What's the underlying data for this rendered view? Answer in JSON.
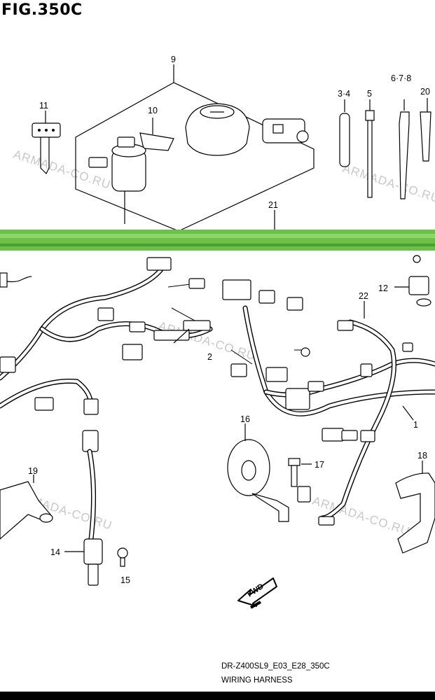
{
  "figure_title": "FIG.350C",
  "watermark": "ARMADA-CO.RU",
  "callouts": [
    {
      "id": "9",
      "text": "9"
    },
    {
      "id": "10",
      "text": "10"
    },
    {
      "id": "11",
      "text": "11"
    },
    {
      "id": "3-4",
      "text": "3·4"
    },
    {
      "id": "5",
      "text": "5"
    },
    {
      "id": "6-7-8",
      "text": "6·7·8"
    },
    {
      "id": "20",
      "text": "20"
    },
    {
      "id": "21",
      "text": "21"
    },
    {
      "id": "22",
      "text": "22"
    },
    {
      "id": "12",
      "text": "12"
    },
    {
      "id": "2",
      "text": "2"
    },
    {
      "id": "1",
      "text": "1"
    },
    {
      "id": "16",
      "text": "16"
    },
    {
      "id": "17",
      "text": "17"
    },
    {
      "id": "18",
      "text": "18"
    },
    {
      "id": "19",
      "text": "19"
    },
    {
      "id": "14",
      "text": "14"
    },
    {
      "id": "15",
      "text": "15"
    }
  ],
  "fwd_label": "FWD",
  "caption": {
    "model_code": "DR-Z400SL9_E03_E28_350C",
    "section_name": "WIRING HARNESS"
  }
}
